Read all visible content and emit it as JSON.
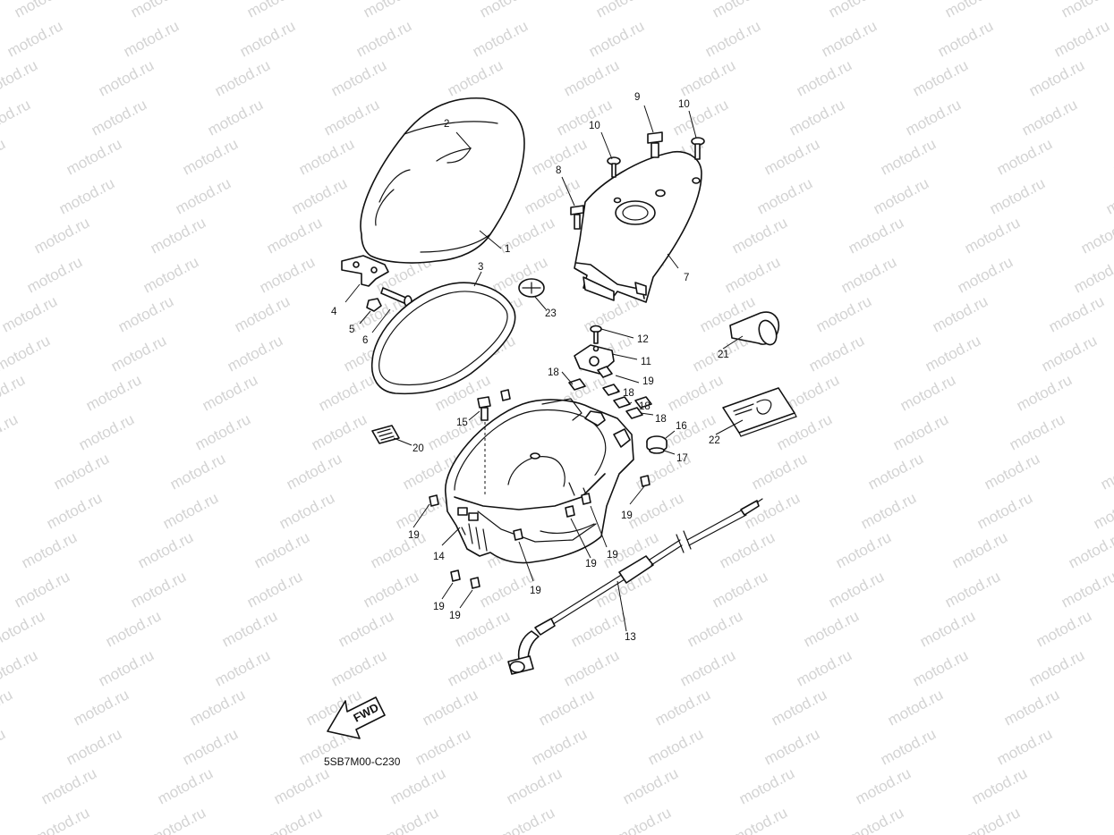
{
  "watermark": "motod.ru",
  "diagram_code": "5SB7M00-C230",
  "fwd_label": "FWD",
  "callouts": [
    {
      "id": "c1",
      "label": "1"
    },
    {
      "id": "c2",
      "label": "2"
    },
    {
      "id": "c3",
      "label": "3"
    },
    {
      "id": "c4",
      "label": "4"
    },
    {
      "id": "c5",
      "label": "5"
    },
    {
      "id": "c6",
      "label": "6"
    },
    {
      "id": "c7",
      "label": "7"
    },
    {
      "id": "c8",
      "label": "8"
    },
    {
      "id": "c9",
      "label": "9"
    },
    {
      "id": "c10a",
      "label": "10"
    },
    {
      "id": "c10b",
      "label": "10"
    },
    {
      "id": "c11",
      "label": "11"
    },
    {
      "id": "c12",
      "label": "12"
    },
    {
      "id": "c13",
      "label": "13"
    },
    {
      "id": "c14",
      "label": "14"
    },
    {
      "id": "c15",
      "label": "15"
    },
    {
      "id": "c16",
      "label": "16"
    },
    {
      "id": "c17",
      "label": "17"
    },
    {
      "id": "c18a",
      "label": "18"
    },
    {
      "id": "c18b",
      "label": "18"
    },
    {
      "id": "c18c",
      "label": "18"
    },
    {
      "id": "c18d",
      "label": "18"
    },
    {
      "id": "c19a",
      "label": "19"
    },
    {
      "id": "c19b",
      "label": "19"
    },
    {
      "id": "c19c",
      "label": "19"
    },
    {
      "id": "c19d",
      "label": "19"
    },
    {
      "id": "c19e",
      "label": "19"
    },
    {
      "id": "c19f",
      "label": "19"
    },
    {
      "id": "c19g",
      "label": "19"
    },
    {
      "id": "c19h",
      "label": "19"
    },
    {
      "id": "c20",
      "label": "20"
    },
    {
      "id": "c21",
      "label": "21"
    },
    {
      "id": "c22",
      "label": "22"
    },
    {
      "id": "c23",
      "label": "23"
    }
  ]
}
